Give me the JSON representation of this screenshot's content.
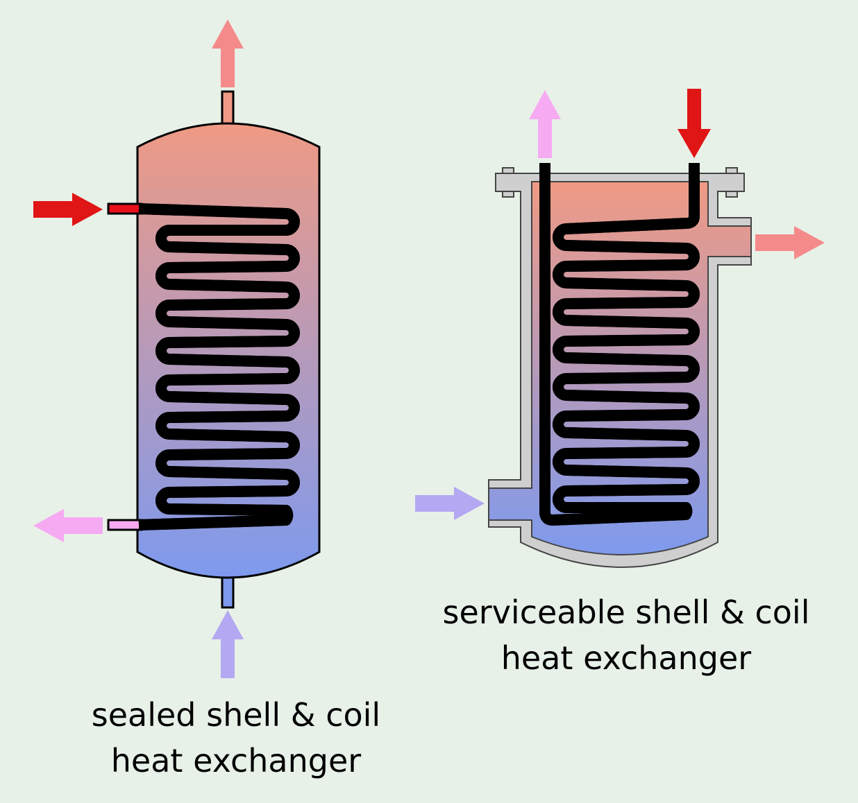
{
  "diagram": {
    "left": {
      "caption_line1": "sealed shell & coil",
      "caption_line2": "heat exchanger"
    },
    "right": {
      "caption_line1": "serviceable shell & coil",
      "caption_line2": "heat exchanger"
    }
  },
  "colors": {
    "background": "#e8f1e8",
    "shell_hot": "#ef9a84",
    "shell_cold": "#7e9aee",
    "coil_hot": "#e8101a",
    "coil_cold": "#f7aaf0",
    "arrow_hot_in": "#e01515",
    "arrow_hot_out": "#f58a8a",
    "arrow_cold_in": "#b4a8f2",
    "arrow_cold_out": "#f6aaf2",
    "casing": "#cfcfcf"
  }
}
